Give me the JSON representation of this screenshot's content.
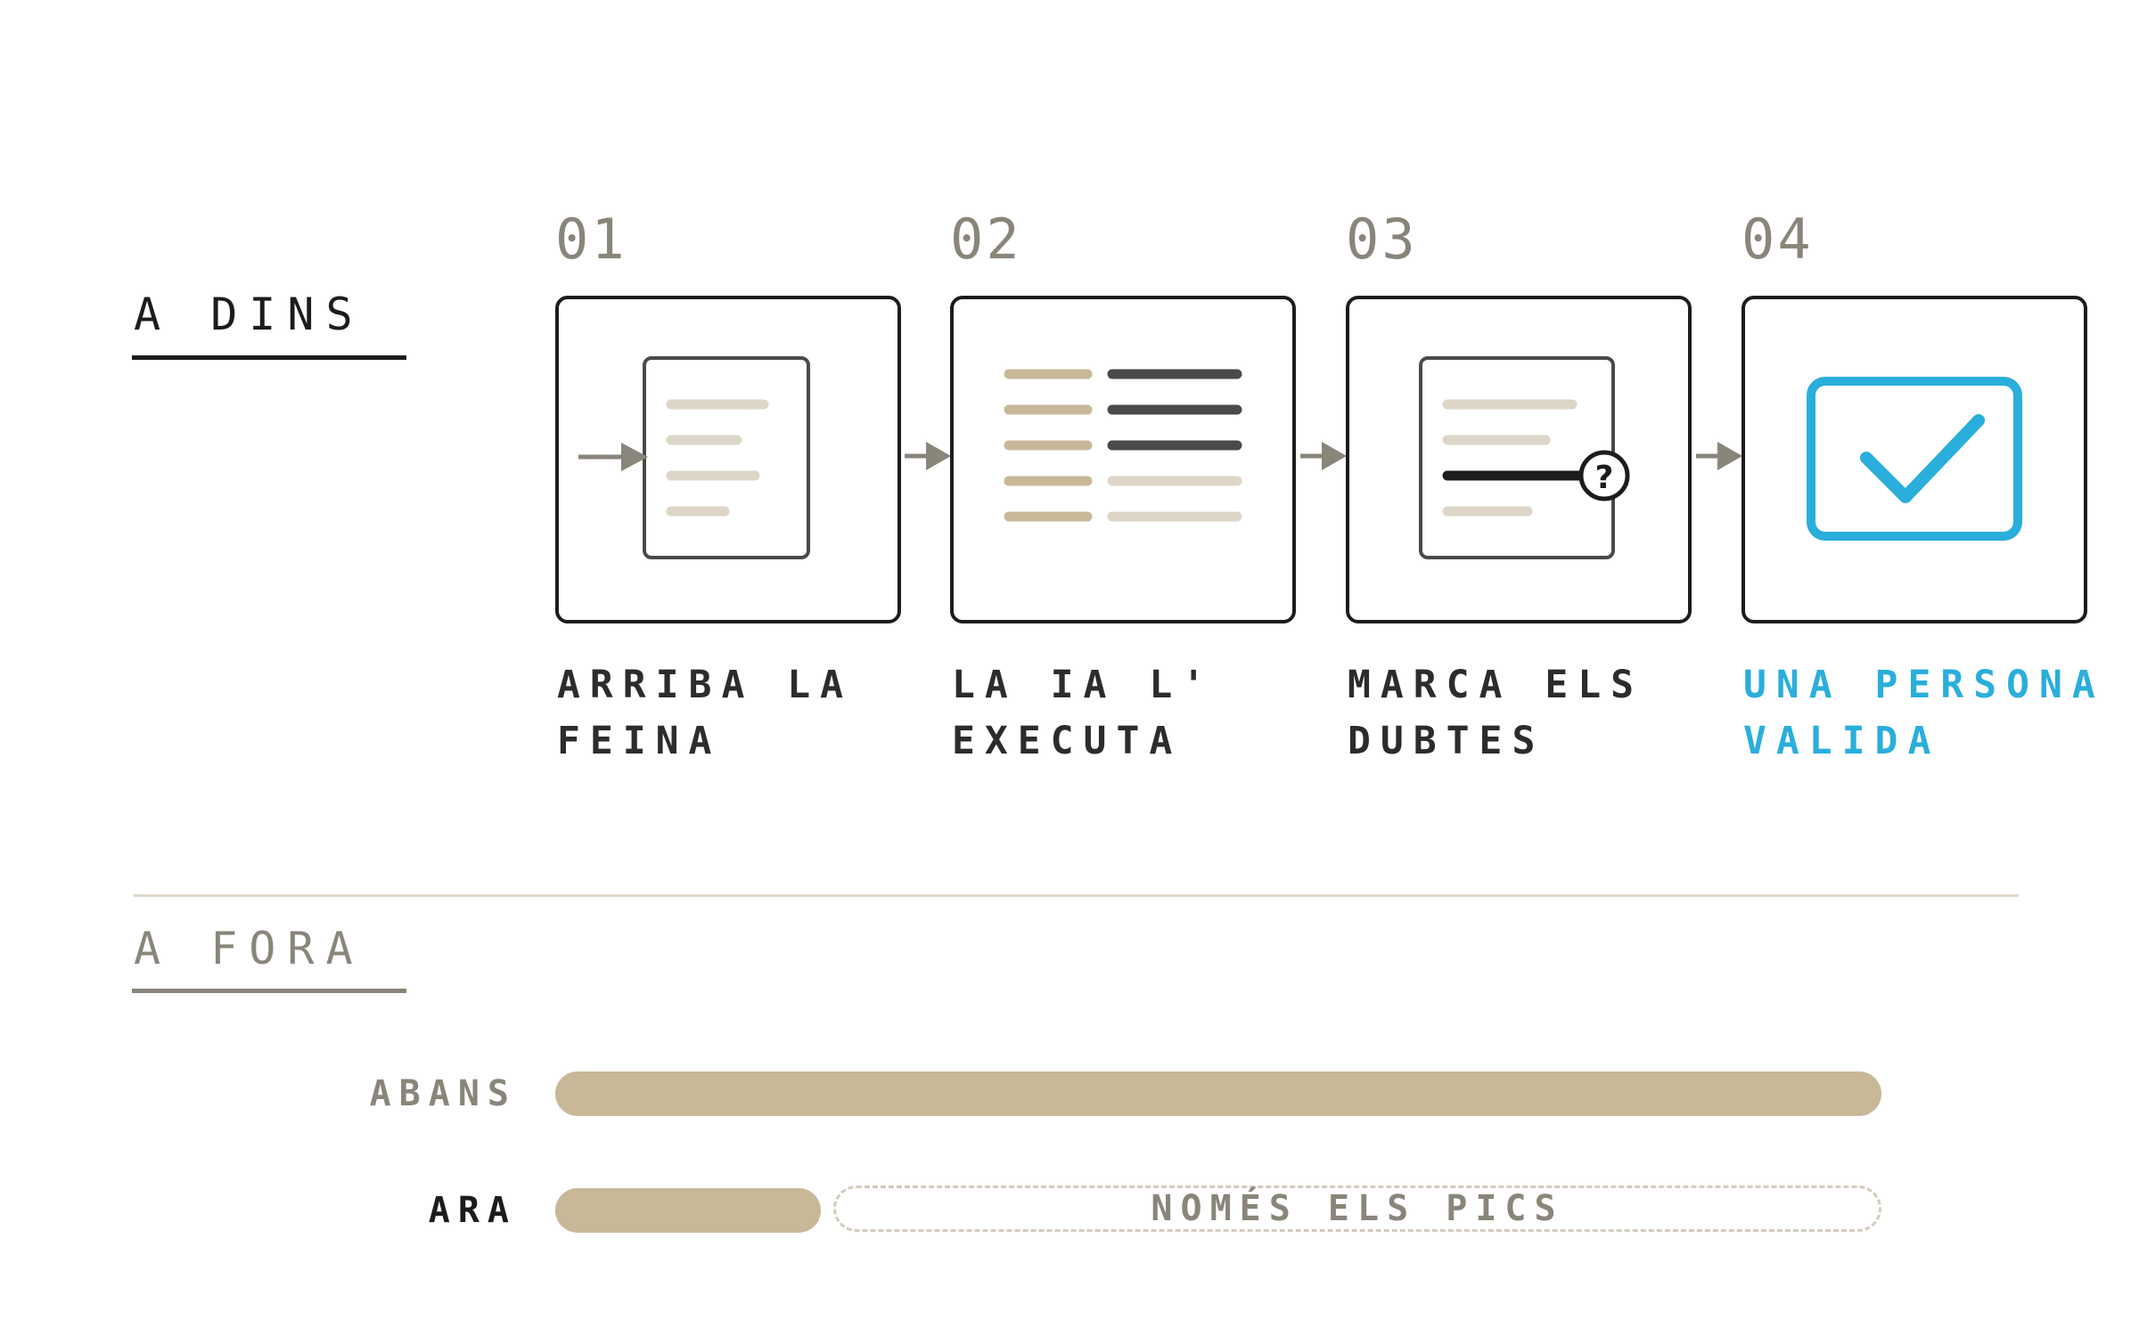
{
  "sections": {
    "inside": {
      "title": "A DINS"
    },
    "outside": {
      "title": "A FORA"
    }
  },
  "steps": [
    {
      "number": "01",
      "label_line1": "ARRIBA LA",
      "label_line2": "FEINA",
      "icon": "incoming-document-icon"
    },
    {
      "number": "02",
      "label_line1": "LA IA L'",
      "label_line2": "EXECUTA",
      "icon": "processing-lines-icon"
    },
    {
      "number": "03",
      "label_line1": "MARCA ELS",
      "label_line2": "DUBTES",
      "icon": "document-question-icon"
    },
    {
      "number": "04",
      "label_line1": "UNA PERSONA",
      "label_line2": "VALIDA",
      "icon": "checkbox-check-icon",
      "highlighted": true
    }
  ],
  "comparison": {
    "before": {
      "label": "ABANS",
      "fraction": 1.0
    },
    "now": {
      "label": "ARA",
      "fraction": 0.2,
      "remainder_label": "NOMÉS ELS PICS"
    }
  },
  "colors": {
    "ink": "#1c1c1c",
    "muted": "#8a857a",
    "tan": "#c8b898",
    "light_tan": "#ddd6c8",
    "accent_blue": "#2aaedb"
  }
}
